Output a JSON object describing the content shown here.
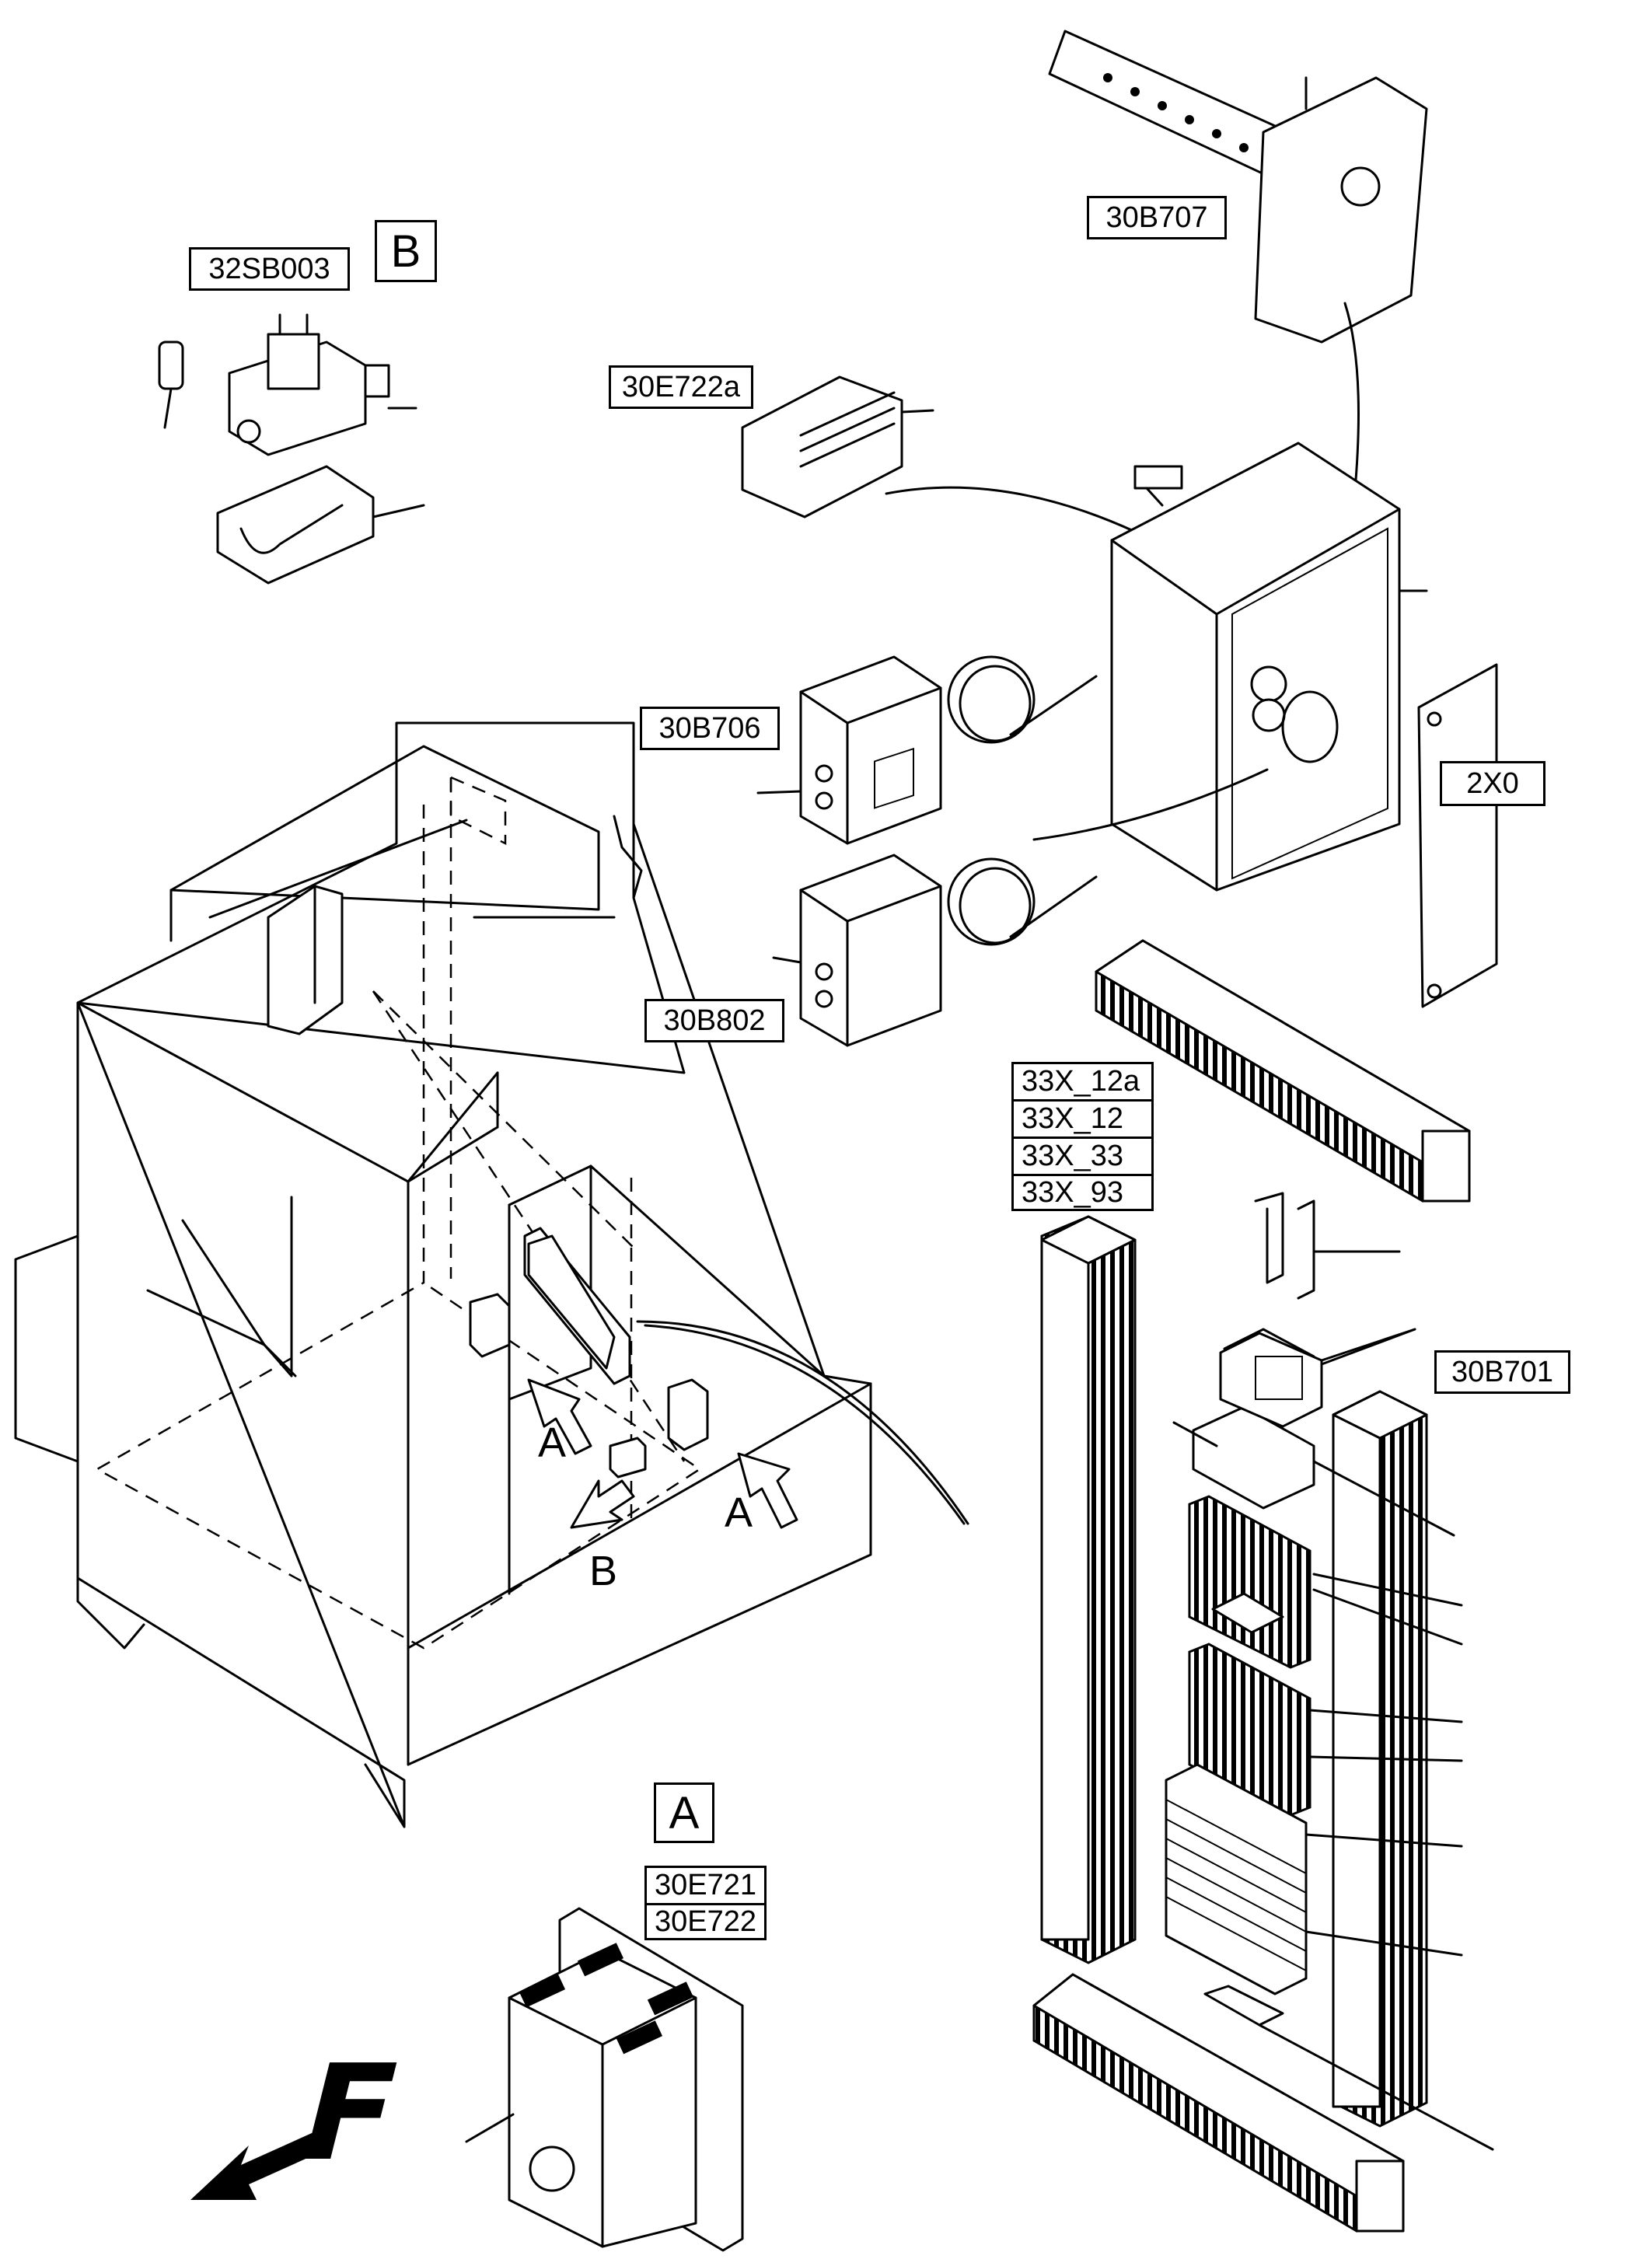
{
  "parts": {
    "p_32sb003": "32SB003",
    "p_30b707": "30B707",
    "p_30e722a": "30E722a",
    "p_30b706": "30B706",
    "p_2x0": "2X0",
    "p_30b802": "30B802",
    "p_30b701": "30B701",
    "p_30e721": "30E721",
    "p_30e722": "30E722"
  },
  "terminal_labels": [
    "33X_12a",
    "33X_12",
    "33X_33",
    "33X_93"
  ],
  "detail_views": {
    "detail_a": "A",
    "detail_b": "B"
  },
  "view_markers": {
    "arrow_a_left": "A",
    "arrow_a_right": "A",
    "arrow_b": "B"
  },
  "direction": {
    "front": "F"
  },
  "colors": {
    "ink": "#000000",
    "paper": "#ffffff"
  }
}
